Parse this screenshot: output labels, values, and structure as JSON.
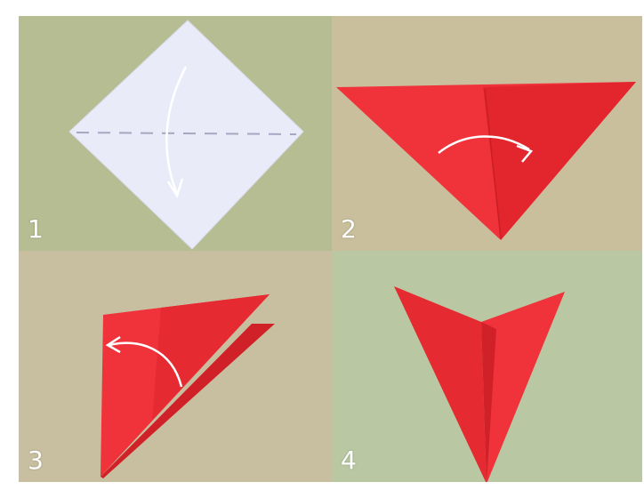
{
  "steps": [
    {
      "number": "1"
    },
    {
      "number": "2"
    },
    {
      "number": "3"
    },
    {
      "number": "4"
    }
  ],
  "colors": {
    "background_green": "#b6bd92",
    "background_tan": "#c9bf9c",
    "background_light_green": "#b9c8a2",
    "paper_white": "#e9ebf8",
    "paper_red": "#f0333b",
    "paper_red_dark": "#d12128",
    "arrow": "#ffffff"
  }
}
